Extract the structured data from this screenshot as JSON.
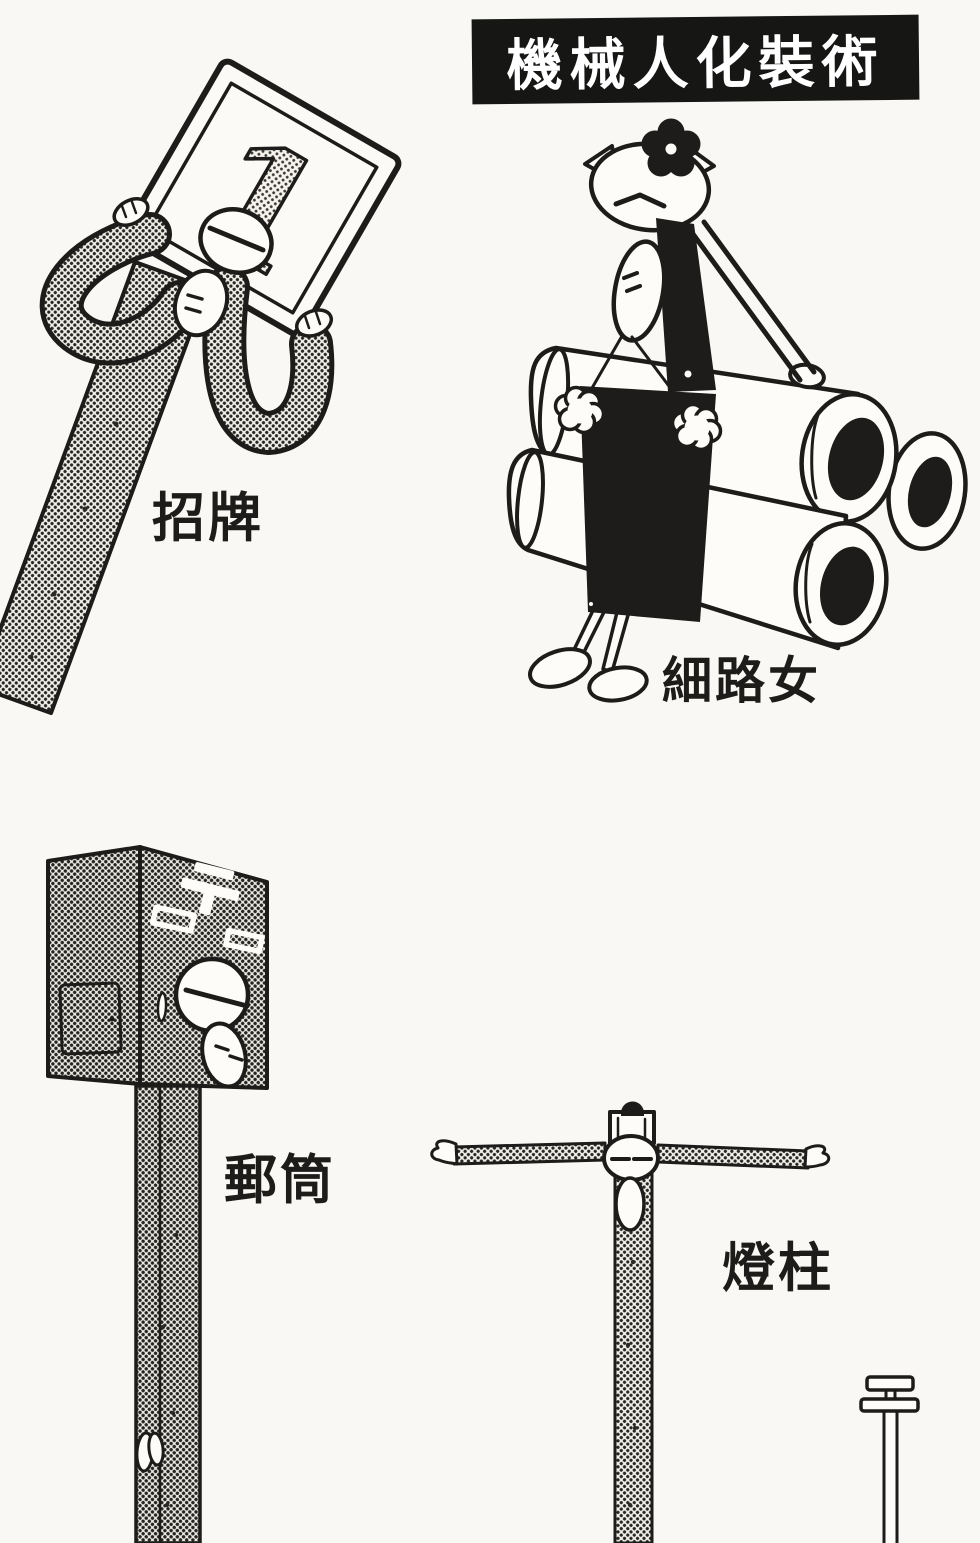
{
  "page": {
    "title": "機械人化裝術"
  },
  "colors": {
    "ink": "#1d1c1a",
    "paper": "#f9f8f4",
    "title_bg": "#161615",
    "title_fg": "#ffffff"
  },
  "figures": [
    {
      "name": "signboard",
      "label": "招牌",
      "sign_number": "1"
    },
    {
      "name": "little-girl",
      "label": "細路女"
    },
    {
      "name": "postbox",
      "label": "郵筒",
      "postal_mark": "〒"
    },
    {
      "name": "lamp-post",
      "label": "燈柱"
    }
  ]
}
